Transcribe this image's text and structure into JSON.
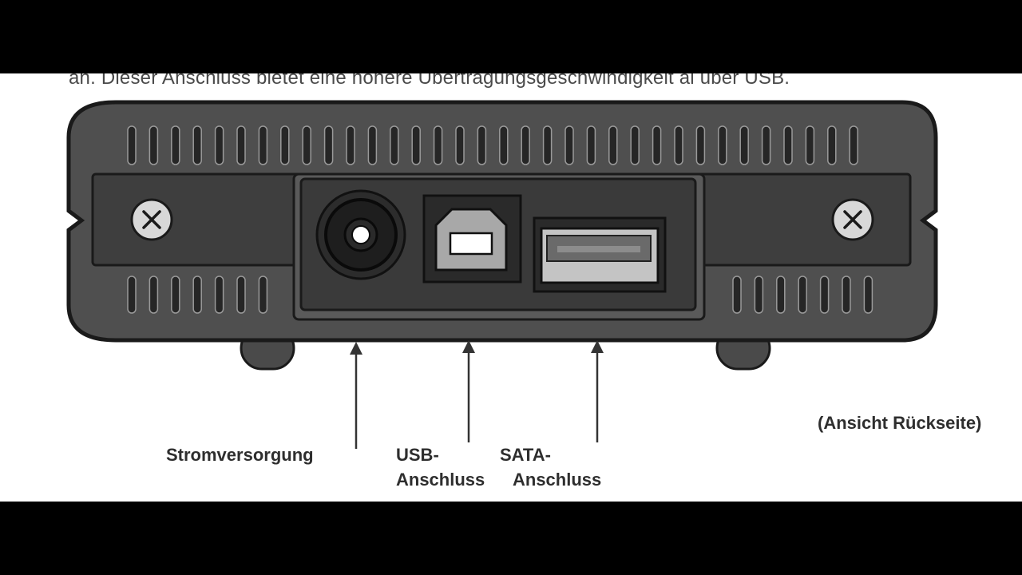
{
  "header_text": "an. Dieser Anschluss bietet eine höhere Übertragungsgeschwindigkeit al über USB.",
  "labels": {
    "power": "Stromversorgung",
    "usb_line1": "USB-",
    "usb_line2": "Anschluss",
    "sata_line1": "SATA-",
    "sata_line2": "Anschluss",
    "view": "(Ansicht Rückseite)"
  },
  "icons": {
    "screws": [
      "screw-icon",
      "screw-icon"
    ],
    "ports": [
      "power-jack-icon",
      "usb-b-port-icon",
      "sata-port-icon"
    ],
    "arrows": [
      "arrow-up-icon",
      "arrow-up-icon",
      "arrow-up-icon"
    ]
  },
  "colors": {
    "casing": "#4f4f4f",
    "outline": "#1a1a1a",
    "panel": "#3d3d3d",
    "page": "#ffffff",
    "letterbox": "#000000"
  }
}
